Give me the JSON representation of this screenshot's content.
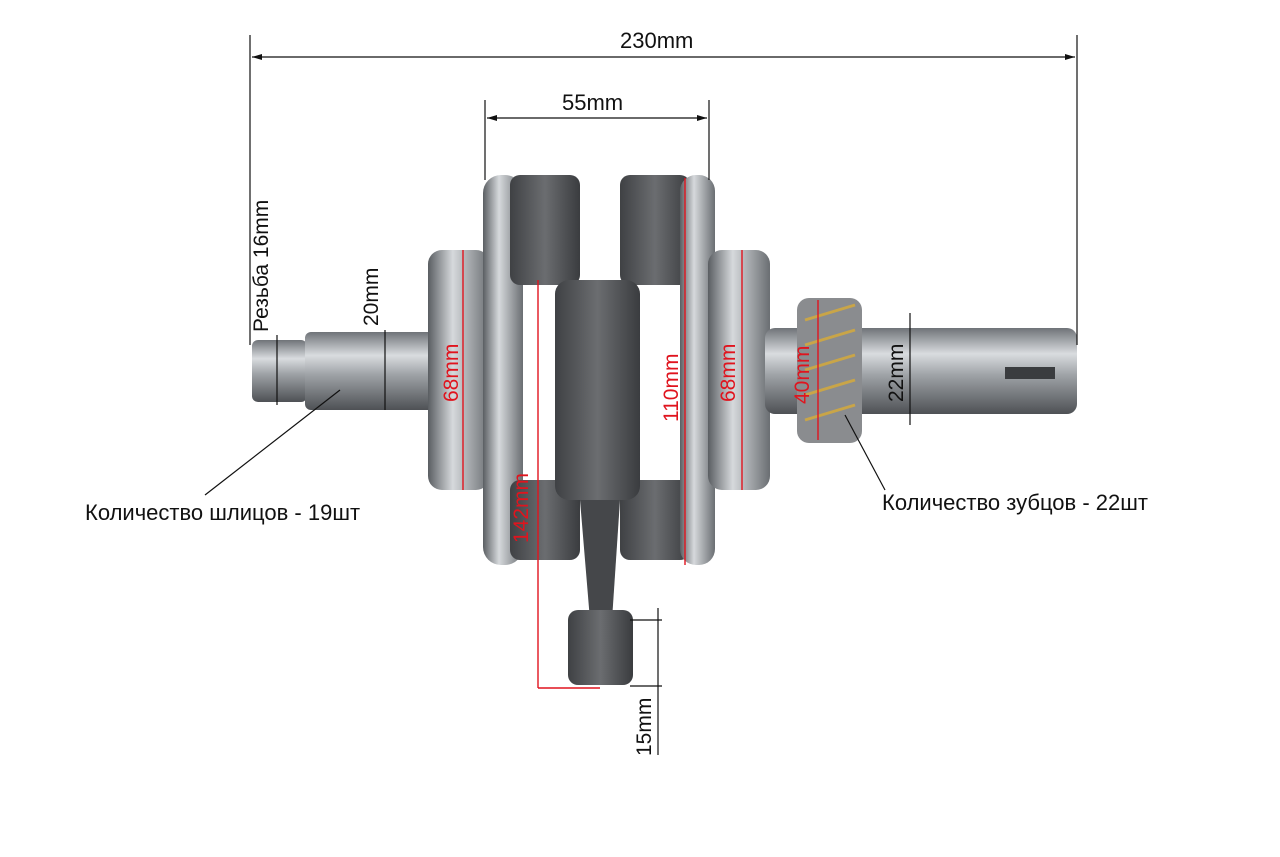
{
  "dimensions": {
    "overall_length": "230mm",
    "web_width": "55mm",
    "thread": "Резьба 16mm",
    "spline_diameter": "20mm",
    "left_bearing": "68mm",
    "right_bearing": "68mm",
    "conrod_length": "142mm",
    "flywheel_diameter": "110mm",
    "gear_diameter": "40mm",
    "shaft_diameter": "22mm",
    "small_end": "15mm"
  },
  "callouts": {
    "splines": "Количество шлицов - 19шт",
    "teeth": "Количество зубцов - 22шт"
  },
  "colors": {
    "dimension_red": "#e0141e",
    "dimension_black": "#111111"
  }
}
